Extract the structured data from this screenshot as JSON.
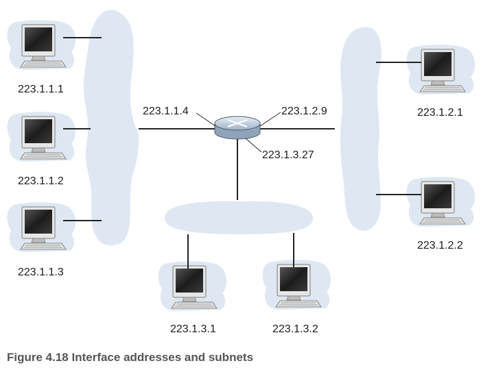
{
  "caption": "Figure 4.18 Interface addresses and subnets",
  "colors": {
    "subnet_fill": "#dfe8f2",
    "wire": "#222222",
    "router_body": "#c5d4e2",
    "monitor_frame": "#e4e4e4",
    "screen": "#222222"
  },
  "icons": [
    "desktop-computer-icon",
    "router-icon"
  ],
  "hosts": {
    "h1": "223.1.1.1",
    "h2": "223.1.1.2",
    "h3": "223.1.1.3",
    "h4": "223.1.2.1",
    "h5": "223.1.2.2",
    "h6": "223.1.3.1",
    "h7": "223.1.3.2"
  },
  "router_interfaces": {
    "if1": "223.1.1.4",
    "if2": "223.1.2.9",
    "if3": "223.1.3.27"
  }
}
